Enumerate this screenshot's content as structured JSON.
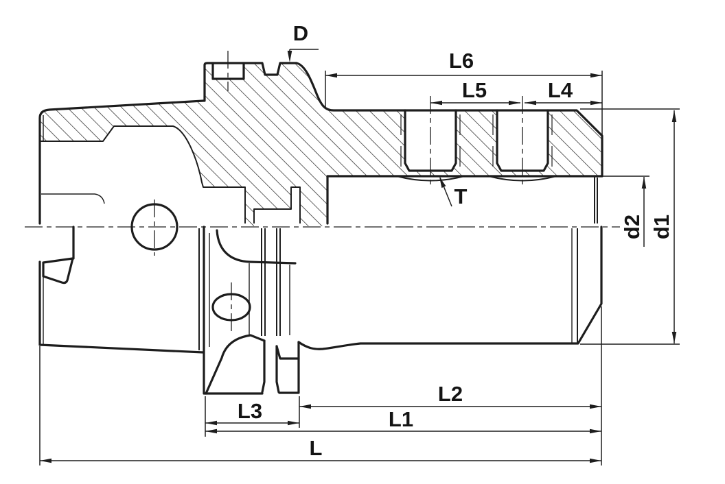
{
  "figure": {
    "kind": "technical-section-drawing"
  },
  "labels": {
    "D": "D",
    "L6": "L6",
    "L5": "L5",
    "L4": "L4",
    "T": "T",
    "d2": "d2",
    "d1": "d1",
    "L3": "L3",
    "L2": "L2",
    "L1": "L1",
    "L": "L"
  },
  "colors": {
    "line": "#1d1d1d",
    "background": "#ffffff"
  }
}
